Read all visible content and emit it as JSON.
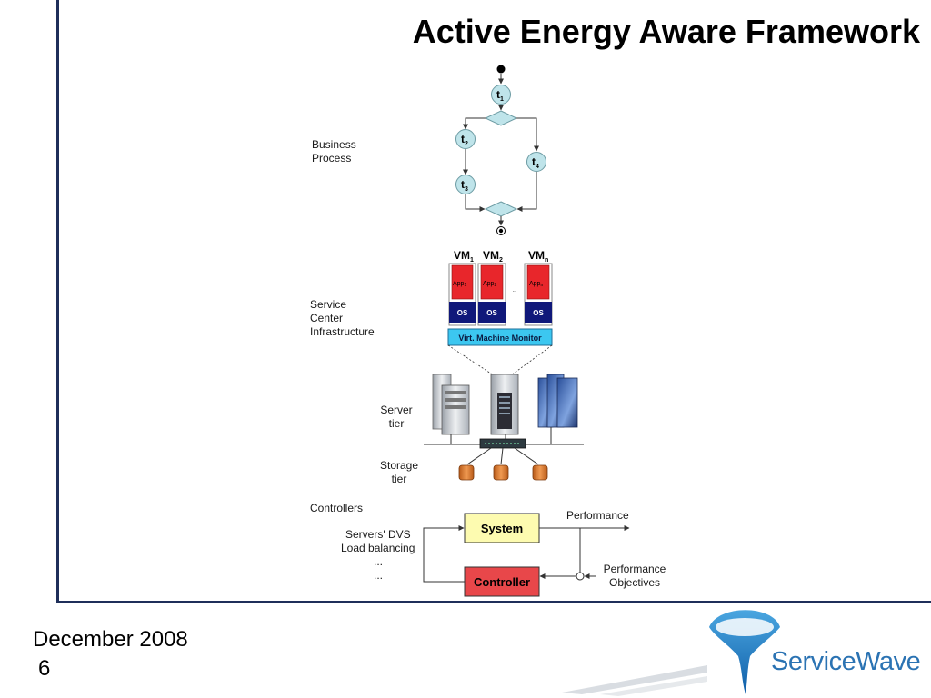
{
  "slide": {
    "title": "Active Energy Aware Framework",
    "footer_date": "December 2008",
    "page_number": "6"
  },
  "labels": {
    "business_process": [
      "Business",
      "Process"
    ],
    "service_center": [
      "Service",
      "Center",
      "Infrastructure"
    ],
    "server_tier": [
      "Server",
      "tier"
    ],
    "storage_tier": [
      "Storage",
      "tier"
    ],
    "controllers": "Controllers",
    "servers_dvs": "Servers' DVS",
    "load_balancing": "Load balancing",
    "dots1": "...",
    "dots2": "...",
    "performance": "Performance",
    "performance_objectives": [
      "Performance",
      "Objectives"
    ]
  },
  "process": {
    "tasks": [
      "t",
      "t",
      "t",
      "t"
    ],
    "task_subscripts": [
      "1",
      "2",
      "3",
      "4"
    ]
  },
  "vms": {
    "names": [
      "VM",
      "VM",
      "VM"
    ],
    "subscripts": [
      "1",
      "2",
      "n"
    ],
    "app": "App",
    "app_subscripts": [
      "1",
      "2",
      "n"
    ],
    "os": "OS",
    "ellipsis": "..",
    "monitor": "Virt. Machine Monitor"
  },
  "control": {
    "system": "System",
    "controller": "Controller"
  },
  "brand": {
    "name": "ServiceWave"
  },
  "colors": {
    "frame": "#1f2f5a",
    "task_fill": "#bfe4ea",
    "app_red": "#e8262b",
    "os_navy": "#10187a",
    "vmm_cyan": "#3cc7f0",
    "system_yellow": "#fdfbb0",
    "controller_red": "#e8474a",
    "storage_orange": "#d9752a",
    "brand_blue": "#2b73b3"
  }
}
